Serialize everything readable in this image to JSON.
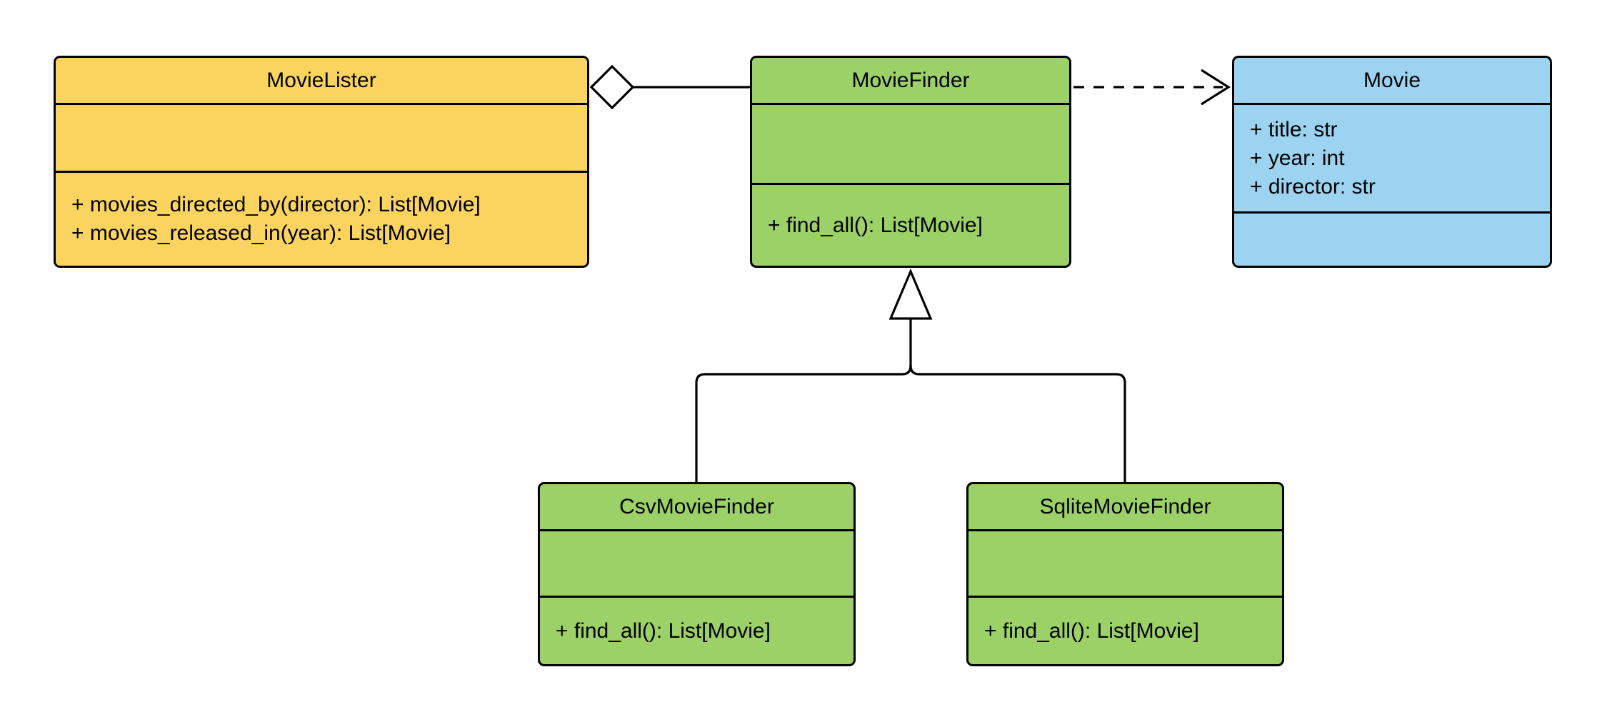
{
  "diagram": {
    "type": "uml-class-diagram",
    "background_color": "#FFFFFF",
    "colors": {
      "class_yellow_fill": "#FBD45F",
      "class_green_fill": "#9CD168",
      "class_blue_fill": "#9CD3F1",
      "border_stroke": "#000000",
      "text": "#000000",
      "connector_marker_fill": "#FFFFFF"
    },
    "classes": [
      {
        "name": "MovieLister",
        "fill": "#FBD45F",
        "attributes": [],
        "methods": [
          "+ movies_directed_by(director): List[Movie]",
          "+ movies_released_in(year): List[Movie]"
        ]
      },
      {
        "name": "MovieFinder",
        "fill": "#9CD168",
        "attributes": [],
        "methods": [
          "+ find_all(): List[Movie]"
        ]
      },
      {
        "name": "Movie",
        "fill": "#9CD3F1",
        "attributes": [
          "+ title: str",
          "+ year: int",
          "+ director: str"
        ],
        "methods": []
      },
      {
        "name": "CsvMovieFinder",
        "fill": "#9CD168",
        "attributes": [],
        "methods": [
          "+ find_all(): List[Movie]"
        ]
      },
      {
        "name": "SqliteMovieFinder",
        "fill": "#9CD168",
        "attributes": [],
        "methods": [
          "+ find_all(): List[Movie]"
        ]
      }
    ],
    "relationships": [
      {
        "type": "aggregation",
        "owner": "MovieLister",
        "part": "MovieFinder",
        "line_style": "solid",
        "marker": "hollow-diamond-at-MovieLister"
      },
      {
        "type": "dependency",
        "from": "MovieFinder",
        "to": "Movie",
        "line_style": "dashed",
        "marker": "open-arrow-at-Movie"
      },
      {
        "type": "inheritance",
        "child": "CsvMovieFinder",
        "parent": "MovieFinder",
        "line_style": "solid",
        "marker": "hollow-triangle-at-MovieFinder"
      },
      {
        "type": "inheritance",
        "child": "SqliteMovieFinder",
        "parent": "MovieFinder",
        "line_style": "solid",
        "marker": "hollow-triangle-at-MovieFinder"
      }
    ]
  }
}
